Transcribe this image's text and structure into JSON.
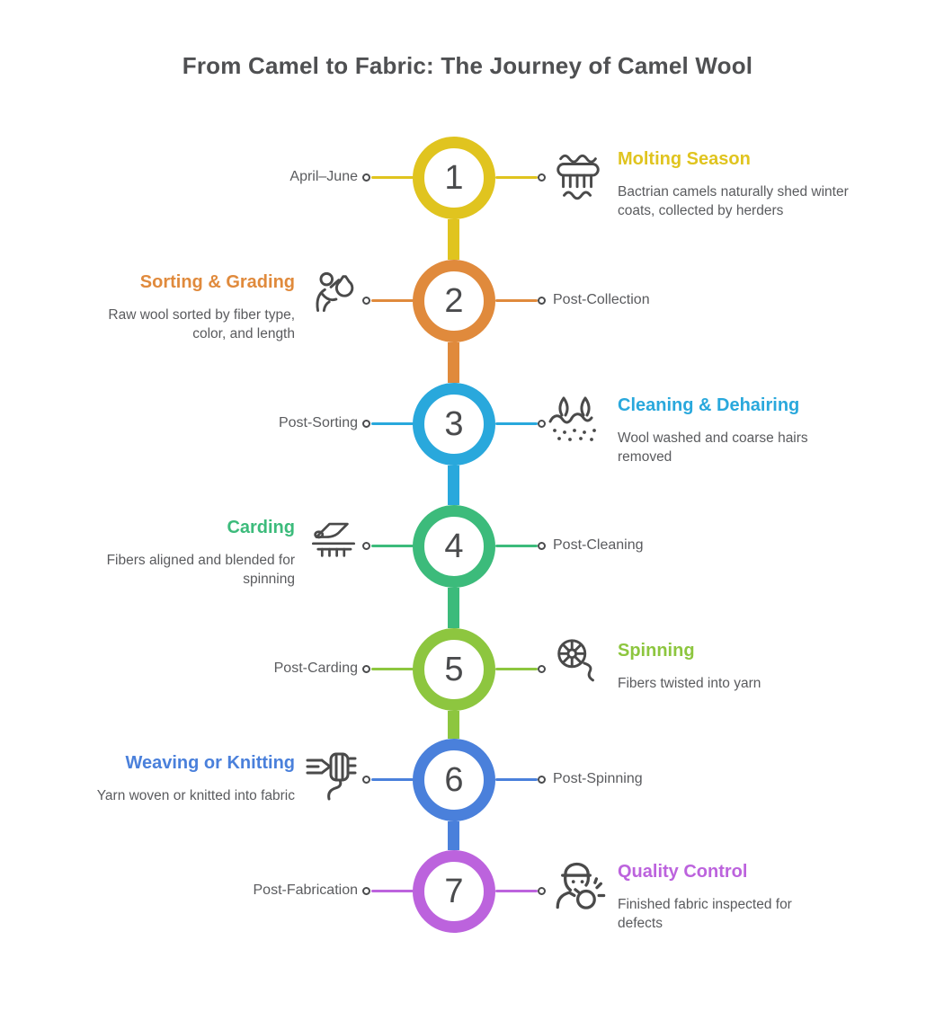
{
  "title": "From Camel to Fabric: The Journey of Camel Wool",
  "text_colors": {
    "title": "#4F5052",
    "body": "#5A5B5E",
    "number": "#4A4B4D",
    "icon_stroke": "#4A4A4A"
  },
  "steps": [
    {
      "number": "1",
      "color": "#E0C41F",
      "label": "April–June",
      "heading": "Molting Season",
      "description": "Bactrian camels naturally shed winter coats, collected by herders",
      "icon": "molting-comb-icon",
      "detail_side": "right"
    },
    {
      "number": "2",
      "color": "#E08A3C",
      "label": "Post-Collection",
      "heading": "Sorting & Grading",
      "description": "Raw wool sorted by fiber type, color, and length",
      "icon": "sorting-person-icon",
      "detail_side": "left"
    },
    {
      "number": "3",
      "color": "#29A8DC",
      "label": "Post-Sorting",
      "heading": "Cleaning & Dehairing",
      "description": "Wool washed and coarse hairs removed",
      "icon": "dehairing-hairs-icon",
      "detail_side": "right"
    },
    {
      "number": "4",
      "color": "#3CBB7B",
      "label": "Post-Cleaning",
      "heading": "Carding",
      "description": "Fibers aligned and blended for spinning",
      "icon": "carding-brush-icon",
      "detail_side": "left"
    },
    {
      "number": "5",
      "color": "#8DC63F",
      "label": "Post-Carding",
      "heading": "Spinning",
      "description": "Fibers twisted into yarn",
      "icon": "spinning-wheel-icon",
      "detail_side": "right"
    },
    {
      "number": "6",
      "color": "#4A80DB",
      "label": "Post-Spinning",
      "heading": "Weaving or Knitting",
      "description": "Yarn woven or knitted into fabric",
      "icon": "weaving-spool-icon",
      "detail_side": "left"
    },
    {
      "number": "7",
      "color": "#BC63DD",
      "label": "Post-Fabrication",
      "heading": "Quality Control",
      "description": "Finished fabric inspected for defects",
      "icon": "quality-inspector-icon",
      "detail_side": "right"
    }
  ]
}
